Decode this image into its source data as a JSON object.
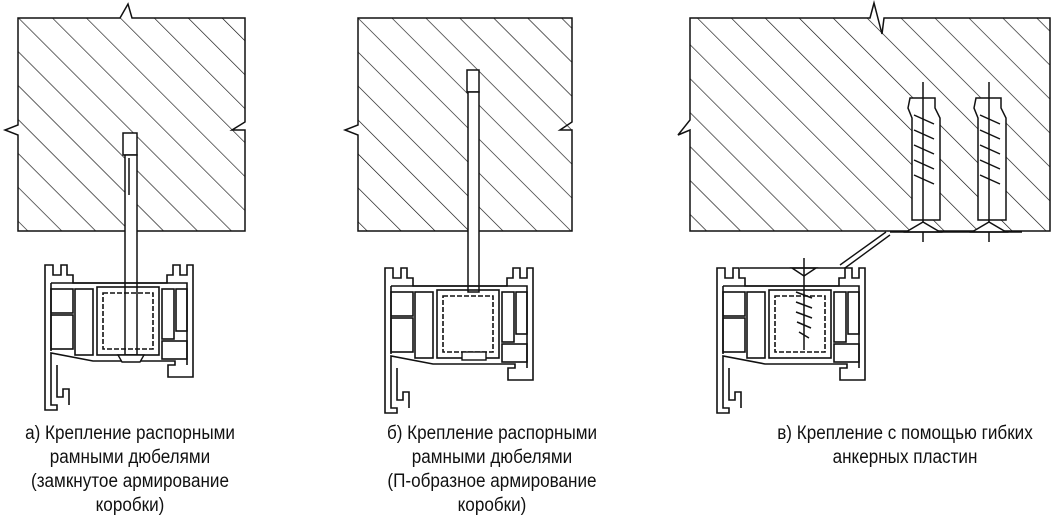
{
  "colors": {
    "line": "#111111",
    "background": "#ffffff"
  },
  "panels": [
    {
      "id": "a",
      "caption": [
        "а) Крепление распорными",
        "рамными дюбелями",
        "(замкнутое армирование",
        "коробки)"
      ]
    },
    {
      "id": "b",
      "caption": [
        "б) Крепление распорными",
        "рамными дюбелями",
        "(П-образное армирование",
        "коробки)"
      ]
    },
    {
      "id": "c",
      "caption": [
        "в) Крепление с помощью гибких",
        "анкерных пластин"
      ]
    }
  ]
}
